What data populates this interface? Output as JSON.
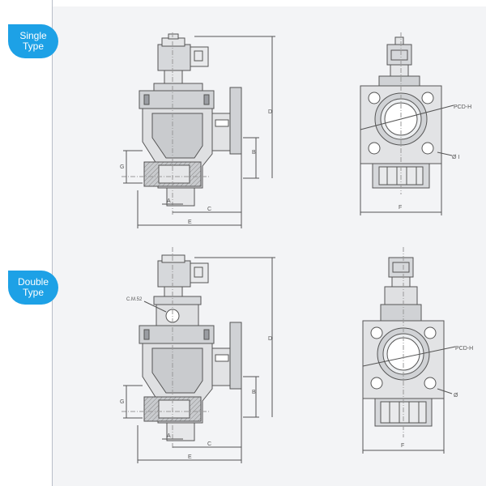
{
  "badges": {
    "single": {
      "line1": "Single",
      "line2": "Type"
    },
    "double": {
      "line1": "Double",
      "line2": "Type"
    }
  },
  "labels": {
    "A": "A",
    "B": "B",
    "C": "C",
    "D": "D",
    "E": "E",
    "F": "F",
    "G": "G",
    "pcd": "PCD-H",
    "hole": "Ø I",
    "hole2": "Ø",
    "caption": "C.M.52"
  },
  "colors": {
    "accent": "#1da1e6",
    "line": "#555555",
    "fill": "#c9cbce",
    "fill_dark": "#9a9da2"
  }
}
